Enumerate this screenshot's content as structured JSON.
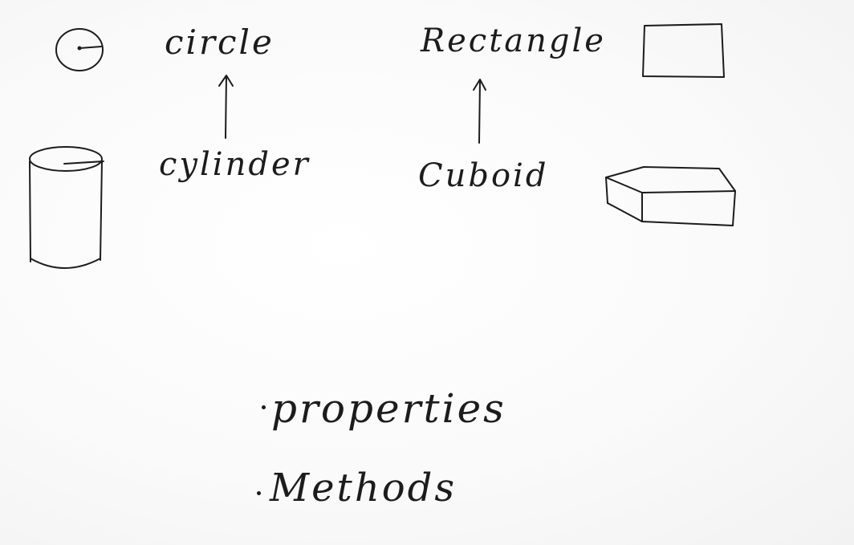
{
  "labels": {
    "circle": "circle",
    "rectangle": "Rectangle",
    "cylinder": "cylinder",
    "cuboid": "Cuboid"
  },
  "list": {
    "properties": "properties",
    "methods": "Methods"
  },
  "colors": {
    "ink": "#1c1c1c",
    "board": "#fbfbfb"
  }
}
